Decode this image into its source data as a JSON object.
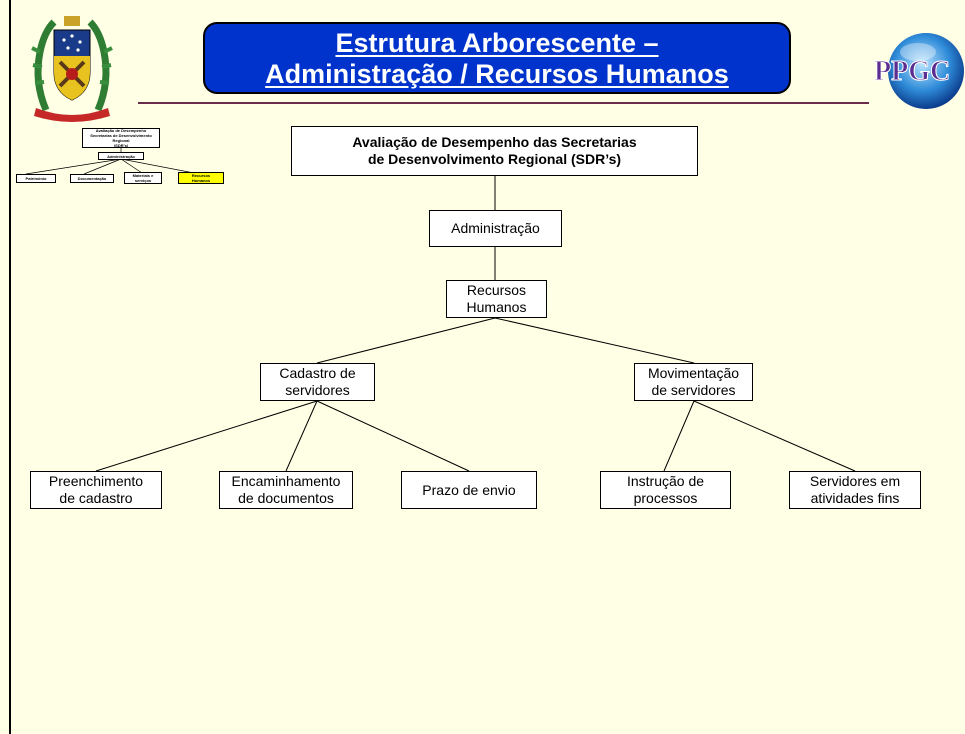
{
  "title": {
    "line1": "Estrutura Arborescente –",
    "line2": "Administração / Recursos Humanos"
  },
  "logos": {
    "crest": "university-crest-icon",
    "ppgc_text": "PPGC"
  },
  "colors": {
    "background": "#FFFFE6",
    "title_fill": "#0033CC",
    "rule": "#6B2B4A",
    "highlight": "#FFFF00"
  },
  "tree": {
    "root": "Avaliação de Desempenho das Secretarias de Desenvolvimento Regional (SDR’s)",
    "root_line1": "Avaliação de Desempenho das Secretarias",
    "root_line2": "de Desenvolvimento Regional (SDR’s)",
    "admin": "Administração",
    "rh_line1": "Recursos",
    "rh_line2": "Humanos",
    "cadastro_line1": "Cadastro de",
    "cadastro_line2": "servidores",
    "movimentacao_line1": "Movimentação",
    "movimentacao_line2": "de servidores",
    "preenchimento_line1": "Preenchimento",
    "preenchimento_line2": "de cadastro",
    "encaminhamento_line1": "Encaminhamento",
    "encaminhamento_line2": "de documentos",
    "prazo": "Prazo de envio",
    "instrucao_line1": "Instrução de",
    "instrucao_line2": "processos",
    "servidores_fins_line1": "Servidores em",
    "servidores_fins_line2": "atividades fins"
  },
  "overview": {
    "root_line1": "Avaliação de Desempenho",
    "root_line2": "Secretarias de Desenvolvimento Regional",
    "root_line3": "(SDR’s)",
    "admin": "Administração",
    "patrimonio": "Patrimônio",
    "documentacao": "Documentação",
    "materiais_line1": "Materiais e",
    "materiais_line2": "serviços",
    "recursos_line1": "Recursos",
    "recursos_line2": "Humanos"
  }
}
